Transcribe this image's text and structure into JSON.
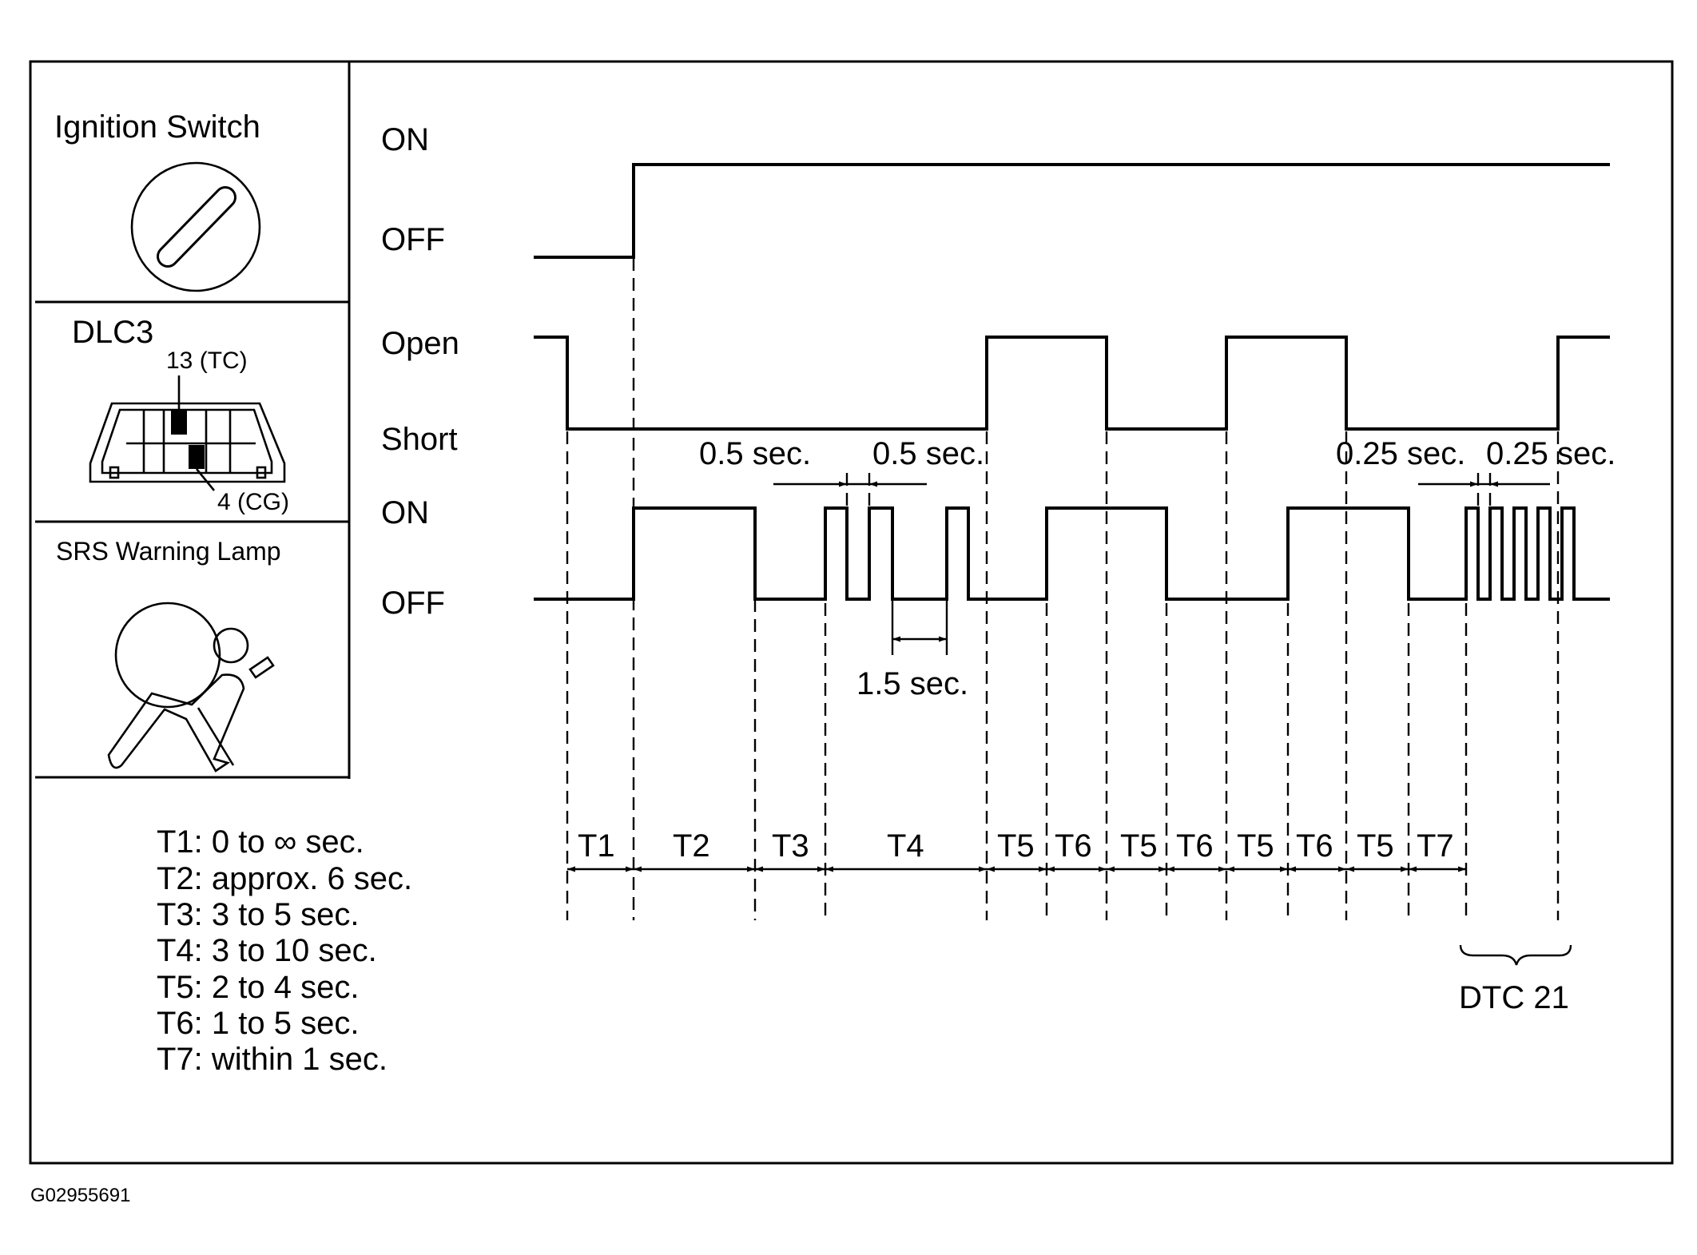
{
  "components": {
    "ignition_switch": "Ignition Switch",
    "dlc3": "DLC3",
    "tc_pin": "13 (TC)",
    "cg_pin": "4 (CG)",
    "srs_lamp": "SRS Warning Lamp"
  },
  "icons": [
    "ignition-key-icon",
    "dlc3-connector-icon",
    "airbag-occupant-icon"
  ],
  "states": {
    "ignition_on": "ON",
    "ignition_off": "OFF",
    "dlc_open": "Open",
    "dlc_short": "Short",
    "lamp_on": "ON",
    "lamp_off": "OFF"
  },
  "annotations": {
    "blink_on": "0.5 sec.",
    "blink_off": "0.5 sec.",
    "blink_gap": "1.5 sec.",
    "fast_on": "0.25 sec.",
    "fast_off": "0.25 sec.",
    "dtc": "DTC 21"
  },
  "intervals": [
    "T1",
    "T2",
    "T3",
    "T4",
    "T5",
    "T6",
    "T5",
    "T6",
    "T5",
    "T6",
    "T5",
    "T7"
  ],
  "legend": [
    "T1: 0 to ∞ sec.",
    "T2: approx. 6 sec.",
    "T3: 3 to 5 sec.",
    "T4: 3 to 10 sec.",
    "T5: 2 to 4 sec.",
    "T6: 1 to 5 sec.",
    "T7: within 1 sec."
  ],
  "figure_id": "G02955691"
}
